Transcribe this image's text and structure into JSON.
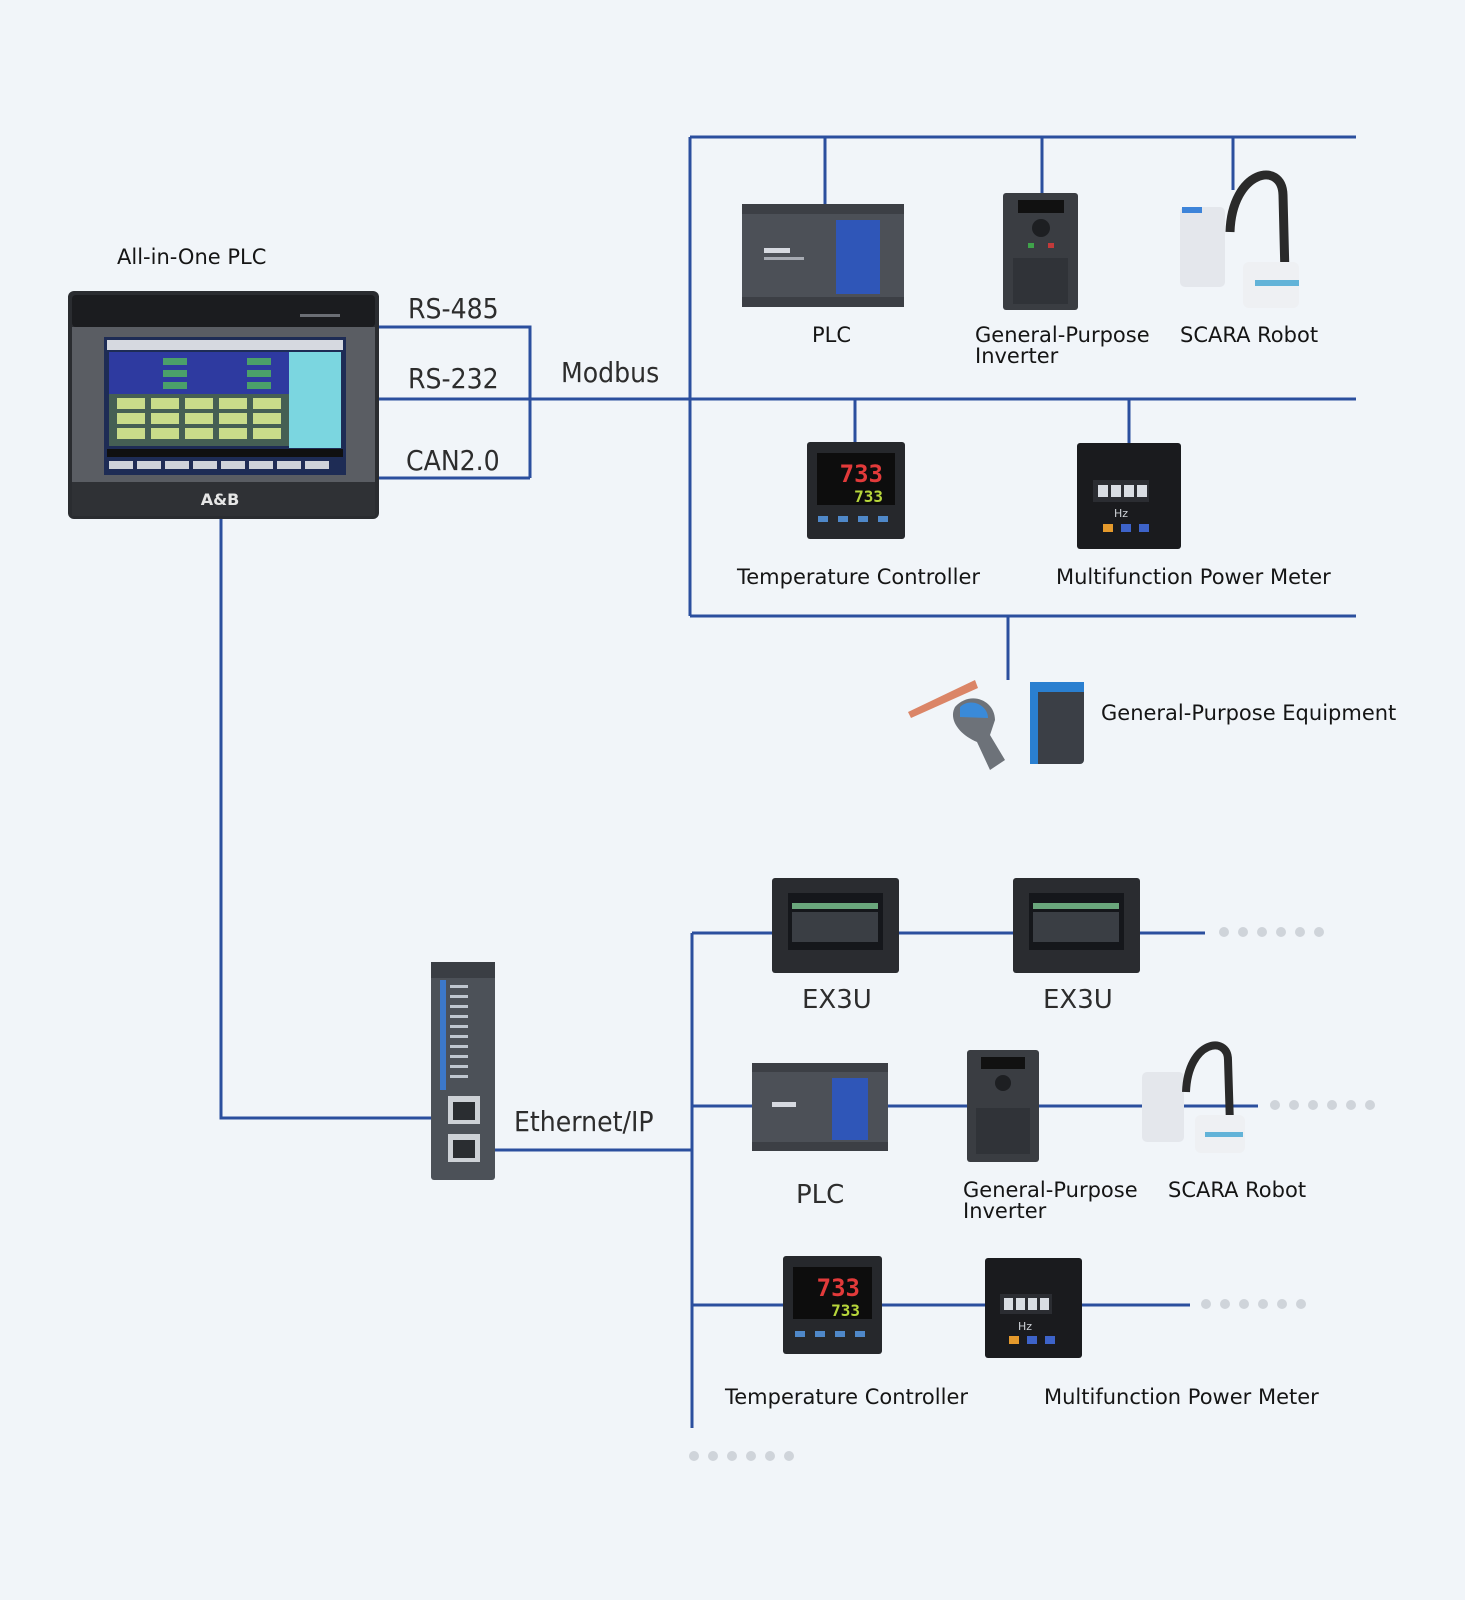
{
  "title": "All-in-One PLC",
  "brand": "A&B",
  "interfaces": [
    "RS-485",
    "RS-232",
    "CAN2.0"
  ],
  "protocols": {
    "serial": "Modbus",
    "ethernet": "Ethernet/IP"
  },
  "modbus_devices": {
    "plc": "PLC",
    "inverter": [
      "General-Purpose",
      "Inverter"
    ],
    "scara": "SCARA Robot",
    "temp_controller": "Temperature Controller",
    "power_meter": "Multifunction Power Meter",
    "general_equipment": "General-Purpose Equipment"
  },
  "ethernet_devices": {
    "hmi_1": "EX3U",
    "hmi_2": "EX3U",
    "plc": "PLC",
    "inverter": [
      "General-Purpose",
      "Inverter"
    ],
    "scara": "SCARA Robot",
    "temp_controller": "Temperature Controller",
    "power_meter": "Multifunction Power Meter"
  },
  "display_readout": "733",
  "meter_unit": "Hz",
  "colors": {
    "line": "#2b4f9e",
    "background": "#f1f5f9",
    "dots": "#cfd4da"
  }
}
